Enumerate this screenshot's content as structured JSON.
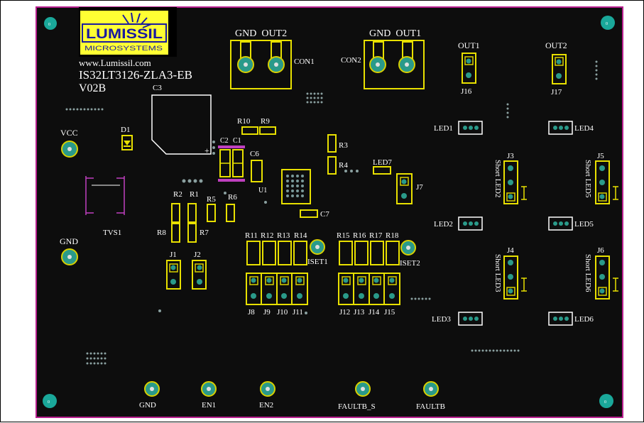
{
  "logo": {
    "brand": "LUMISSIL",
    "sub": "MICROSYSTEMS",
    "website": "www.Lumissil.com",
    "board_name": "IS32LT3126-ZLA3-EB",
    "version": "V02B"
  },
  "connectors": {
    "con1_label": "CON1",
    "con1_pins": "GND  OUT2",
    "con2_label": "CON2",
    "con2_pins": "GND  OUT1"
  },
  "labels": {
    "c3": "C3",
    "vcc": "VCC",
    "d1": "D1",
    "tvs1": "TVS1",
    "gnd_left": "GND",
    "r10": "R10",
    "r9": "R9",
    "c2": "C2",
    "c1": "C1",
    "c6": "C6",
    "u1": "U1",
    "r3": "R3",
    "r4": "R4",
    "led7": "LED7",
    "j7": "J7",
    "c7": "C7",
    "r2": "R2",
    "r1": "R1",
    "r5": "R5",
    "r6": "R6",
    "r8": "R8",
    "r7": "R7",
    "j1": "J1",
    "j2": "J2",
    "r11": "R11",
    "r12": "R12",
    "r13": "R13",
    "r14": "R14",
    "iset1": "ISET1",
    "r15": "R15",
    "r16": "R16",
    "r17": "R17",
    "r18": "R18",
    "iset2": "ISET2",
    "j8": "J8",
    "j9": "J9",
    "j10": "J10",
    "j11": "J11",
    "j12": "J12",
    "j13": "J13",
    "j14": "J14",
    "j15": "J15",
    "out1": "OUT1",
    "j16": "J16",
    "out2": "OUT2",
    "j17": "J17",
    "led1": "LED1",
    "led4": "LED4",
    "j3": "J3",
    "short_led2": "Short LED2",
    "j5": "J5",
    "short_led5": "Short LED5",
    "led2": "LED2",
    "led5": "LED5",
    "j4": "J4",
    "short_led3": "Short LED3",
    "j6": "J6",
    "short_led6": "Short LED6",
    "led3": "LED3",
    "led6": "LED6",
    "gnd_bottom": "GND",
    "en1": "EN1",
    "en2": "EN2",
    "faultb_s": "FAULTB_S",
    "faultb": "FAULTB",
    "corner_mark": "0"
  },
  "colors": {
    "board": "#0d0d0d",
    "outline": "#b8208f",
    "silkscreen": "#ffffff",
    "component_outline": "#e8e000",
    "pad": "#2a9a8a",
    "logo_bg": "#ffff33",
    "logo_text": "#1a1aa0"
  }
}
